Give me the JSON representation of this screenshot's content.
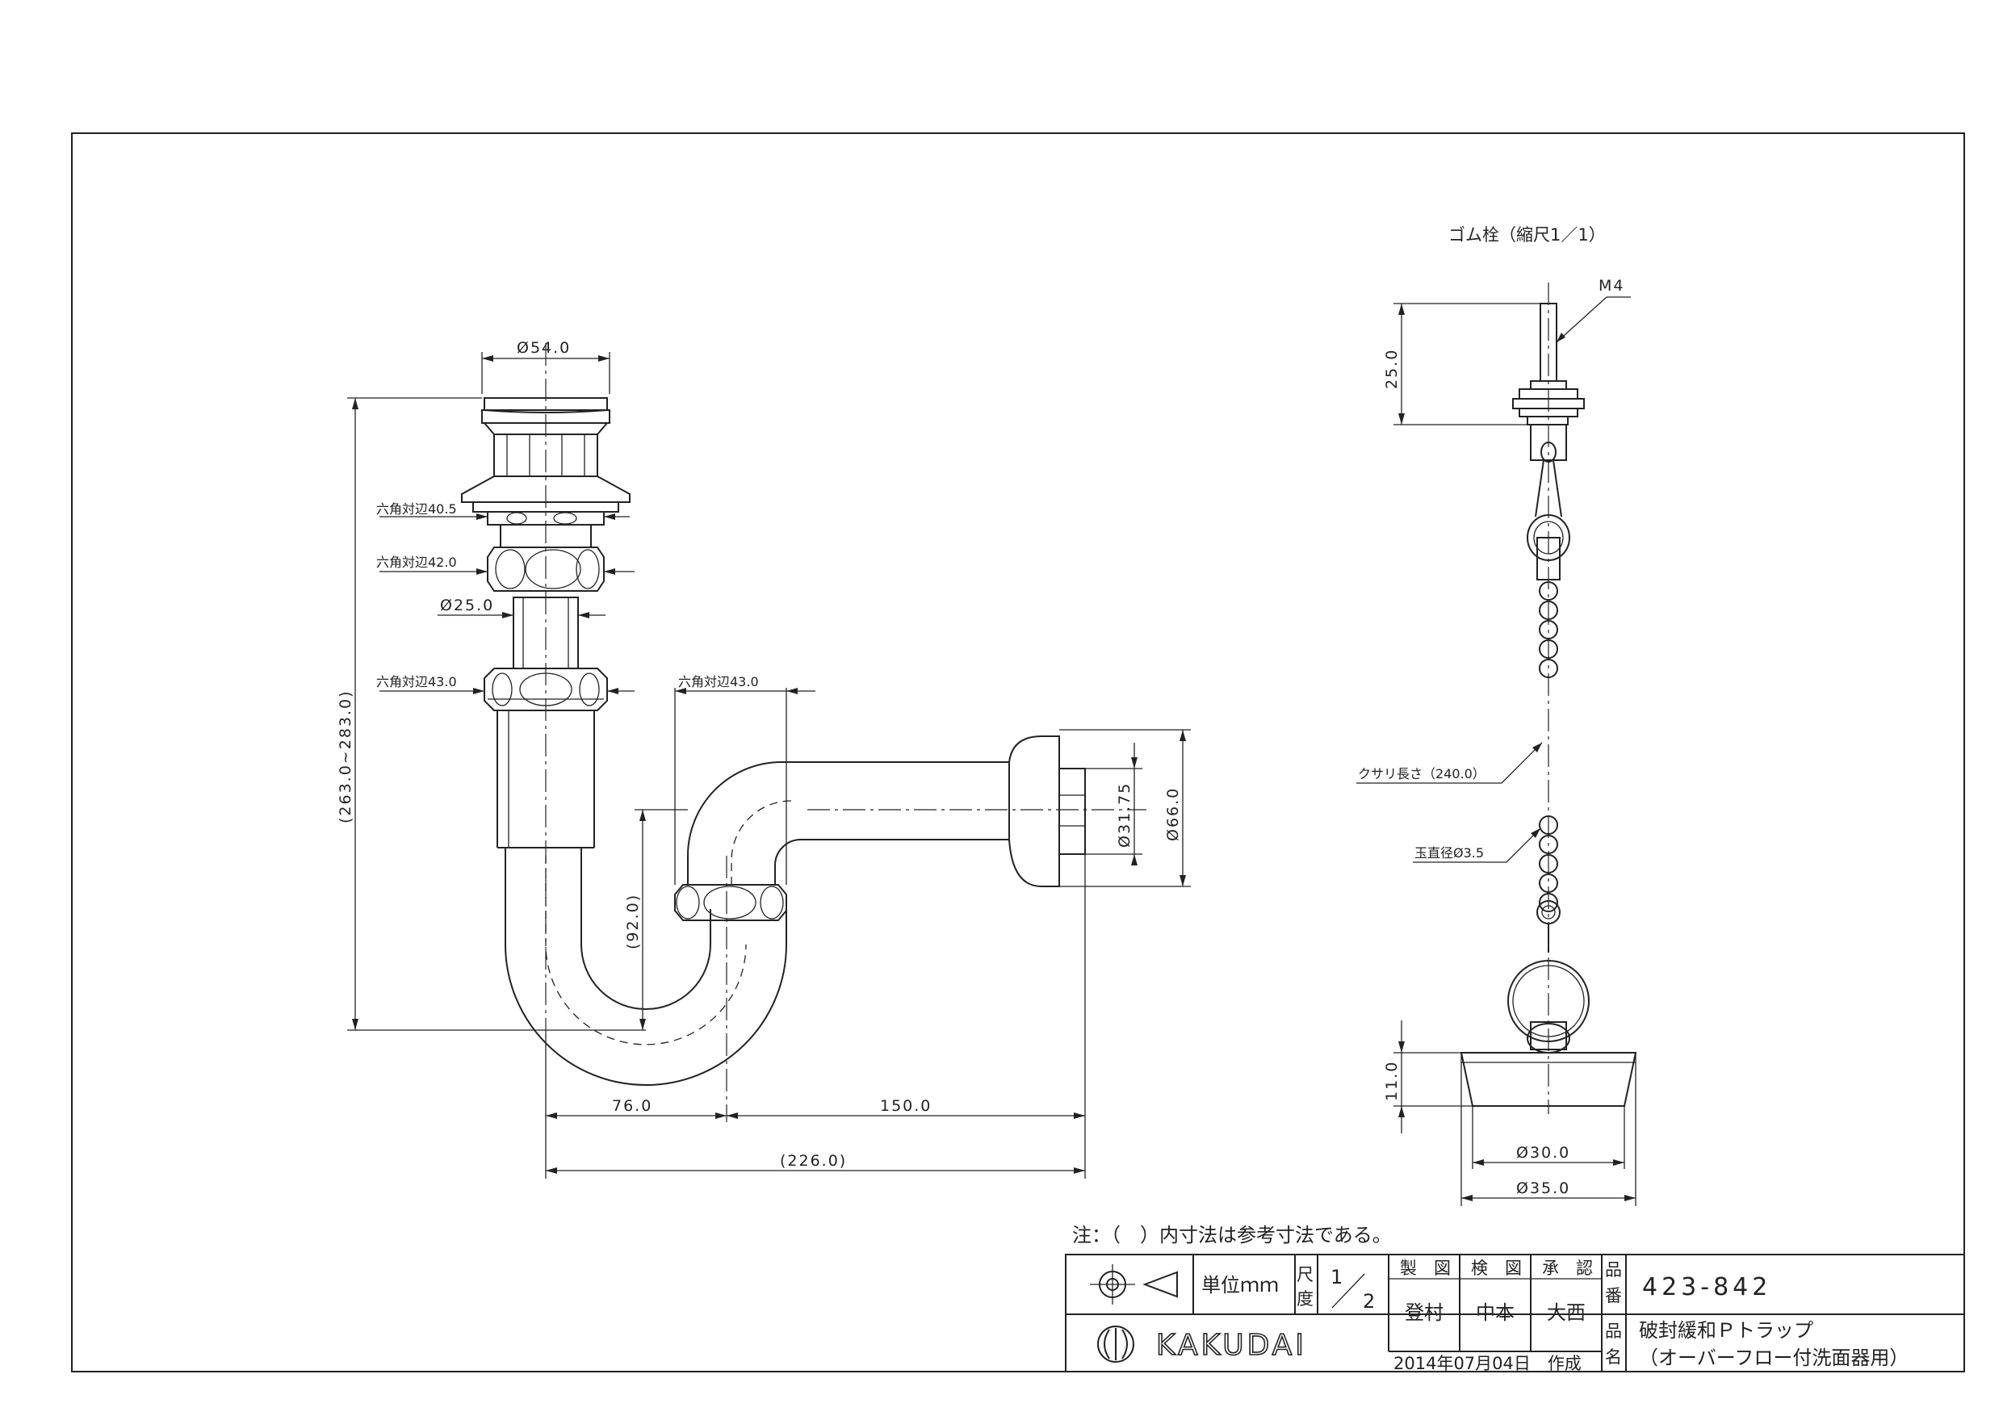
{
  "drawing": {
    "stopper_title": "ゴム栓（縮尺1／1）",
    "note": "注：（　）内寸法は参考寸法である。",
    "dimensions": {
      "top_dia": "Ø54.0",
      "hex1": "六角対辺40.5",
      "hex2": "六角対辺42.0",
      "pipe_dia": "Ø25.0",
      "hex3": "六角対辺43.0",
      "hex4": "六角対辺43.0",
      "total_height": "(263.0~283.0)",
      "trap_height": "(92.0)",
      "outlet_dia": "Ø31.75",
      "flange_dia": "Ø66.0",
      "w76": "76.0",
      "w150": "150.0",
      "w226": "(226.0)",
      "m4": "M4",
      "rod_len": "25.0",
      "chain_len": "クサリ長さ（240.0）",
      "ball_dia": "玉直径Ø3.5",
      "plug_h": "11.0",
      "plug_d1": "Ø30.0",
      "plug_d2": "Ø35.0"
    }
  },
  "title_block": {
    "unit": "単位ｍｍ",
    "scale_label_1": "尺",
    "scale_label_2": "度",
    "scale_num": "1",
    "scale_den": "2",
    "made_label": "製　図",
    "check_label": "検　図",
    "approve_label": "承　認",
    "made_by": "登村",
    "check_by": "中本",
    "approve_by": "大西",
    "part_no_label_1": "品",
    "part_no_label_2": "番",
    "part_no": "423-842",
    "name_label_1": "品",
    "name_label_2": "名",
    "name_line1": "破封緩和Ｐトラップ",
    "name_line2": "（オーバーフロー付洗面器用）",
    "date": "2014年07月04日　作成",
    "logo_text": "KAKUDAI"
  }
}
